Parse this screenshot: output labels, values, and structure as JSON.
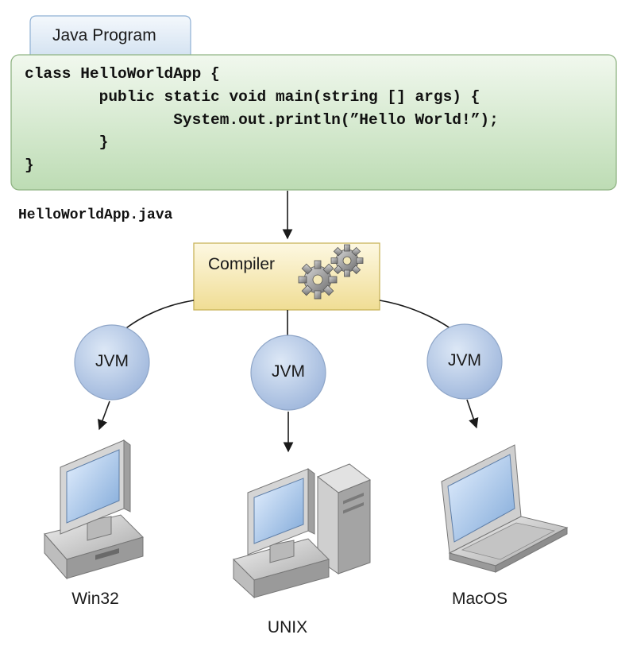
{
  "program": {
    "tab_label": "Java Program",
    "code_lines": [
      "class HelloWorldApp {",
      "        public static void main(string [] args) {",
      "                System.out.println(”Hello World!”);",
      "        }",
      "}"
    ],
    "file_name": "HelloWorldApp.java"
  },
  "compiler": {
    "label": "Compiler",
    "icon": "gears-icon"
  },
  "jvms": [
    {
      "label": "JVM"
    },
    {
      "label": "JVM"
    },
    {
      "label": "JVM"
    }
  ],
  "platforms": [
    {
      "label": "Win32",
      "icon": "desktop-computer-icon"
    },
    {
      "label": "UNIX",
      "icon": "workstation-tower-icon"
    },
    {
      "label": "MacOS",
      "icon": "laptop-icon"
    }
  ],
  "colors": {
    "code_panel": "#d6ead0",
    "tab": "#dce8f4",
    "compiler_box": "#f7eab8",
    "jvm_circle": "#b4c8e6"
  }
}
